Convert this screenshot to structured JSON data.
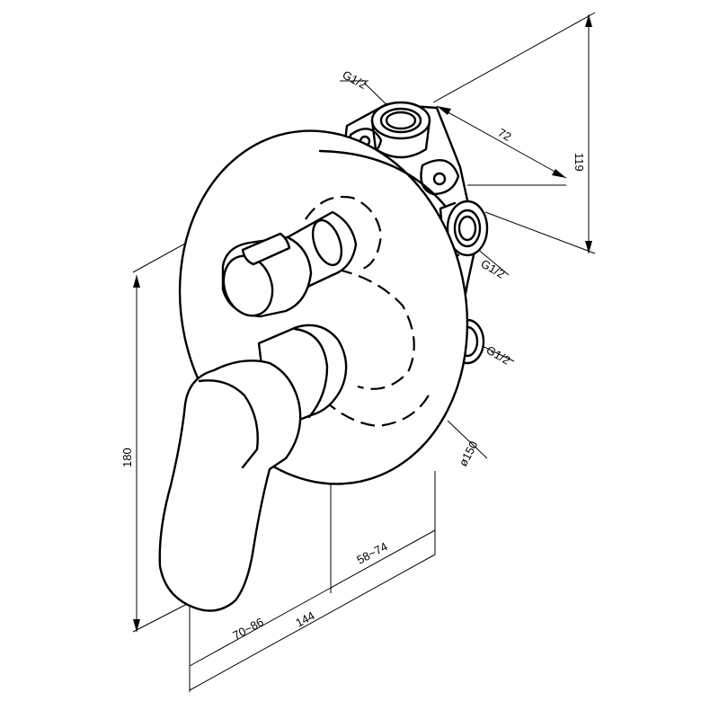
{
  "drawing": {
    "labels": {
      "inlet_top": "G1/2",
      "inlet_side": "G1/2",
      "outlet": "G1/2",
      "plate_diameter": "ø150"
    },
    "dimensions": {
      "height_total": "180",
      "body_height": "119",
      "body_width": "72",
      "depth_total": "144",
      "handle_depth": "70~86",
      "plate_depth": "58~74"
    }
  }
}
